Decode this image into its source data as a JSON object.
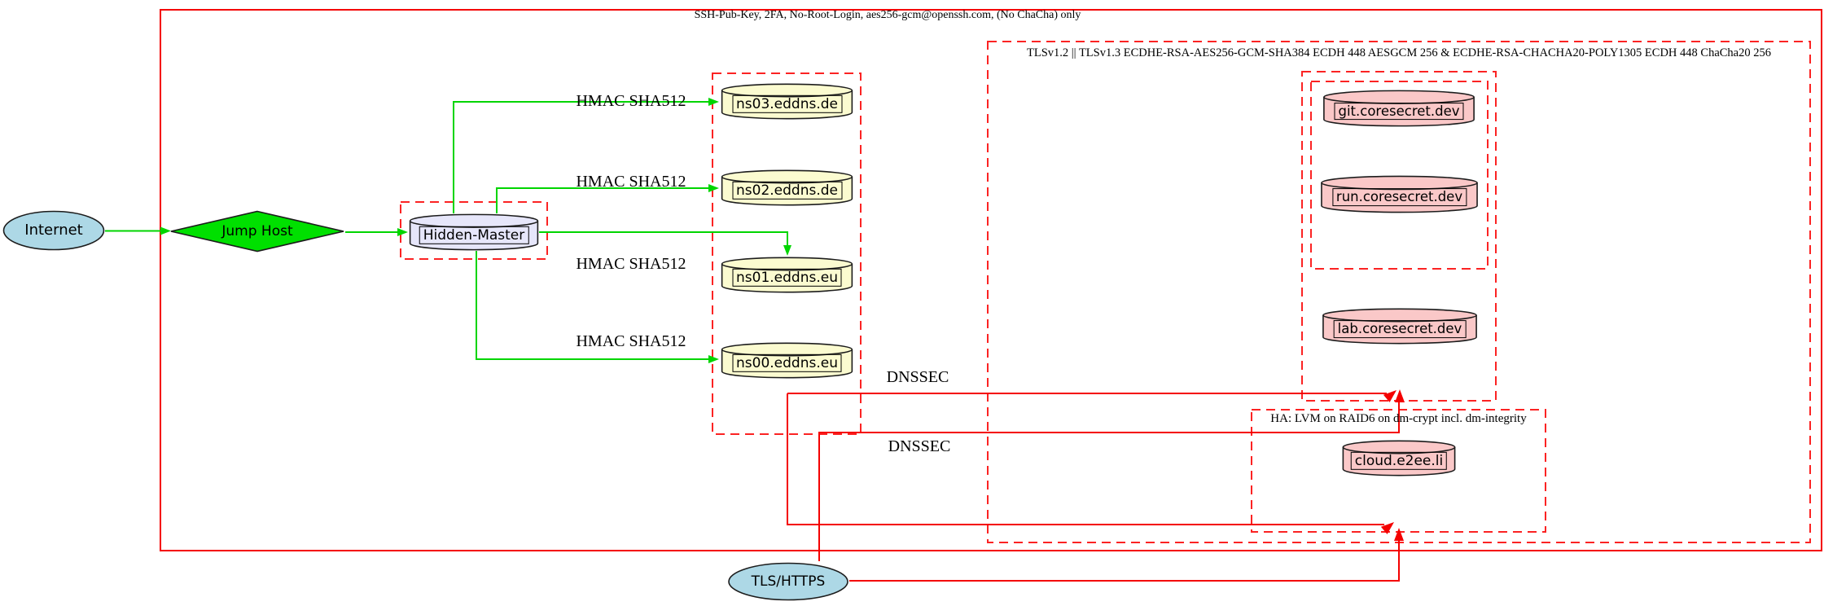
{
  "diagram": {
    "notes": {
      "ssh": "SSH-Pub-Key, 2FA, No-Root-Login, aes256-gcm@openssh.com, (No ChaCha) only",
      "tls": "TLSv1.2 || TLSv1.3 ECDHE-RSA-AES256-GCM-SHA384 ECDH 448 AESGCM 256 & ECDHE-RSA-CHACHA20-POLY1305 ECDH 448 ChaCha20 256",
      "ha": "HA: LVM on RAID6 on dm-crypt incl. dm-integrity"
    },
    "nodes": {
      "internet": "Internet",
      "jump_host": "Jump Host",
      "hidden_master": "Hidden-Master",
      "ns03": "ns03.eddns.de",
      "ns02": "ns02.eddns.de",
      "ns01": "ns01.eddns.eu",
      "ns00": "ns00.eddns.eu",
      "git": "git.coresecret.dev",
      "run": "run.coresecret.dev",
      "lab": "lab.coresecret.dev",
      "cloud": "cloud.e2ee.li",
      "tls_https": "TLS/HTTPS"
    },
    "edge_labels": {
      "hmac": [
        "HMAC SHA512",
        "HMAC SHA512",
        "HMAC SHA512",
        "HMAC SHA512"
      ],
      "dnssec": [
        "DNSSEC",
        "DNSSEC"
      ]
    },
    "colors": {
      "edge_green": "#00d500",
      "edge_red": "#f40000",
      "cluster_dashed_red": "#fb2323",
      "node_lightblue": "#add8e6",
      "node_green": "#00e000",
      "node_lavender": "#e6e6fa",
      "node_lightyellow": "#fbfbd0",
      "node_pink": "#fac8c8"
    }
  }
}
